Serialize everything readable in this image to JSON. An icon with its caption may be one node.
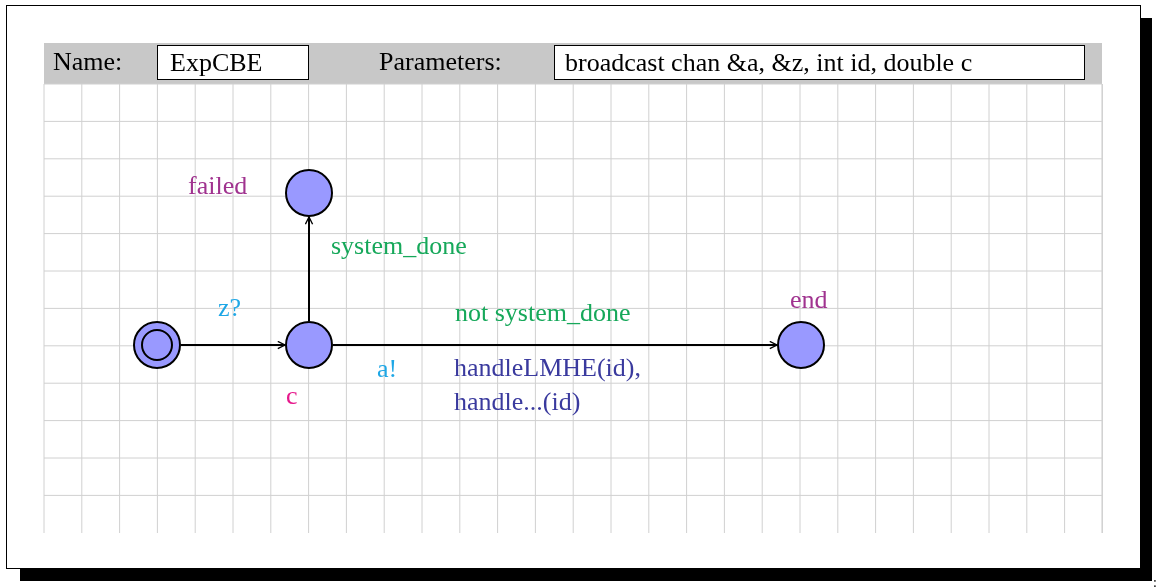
{
  "diagram": {
    "nodes": [
      {
        "text": [],
        "shape": "circle"
      },
      {
        "text": [],
        "shape": "circle",
        "beside": [
          "c"
        ]
      },
      {
        "text": [],
        "shape": "circle",
        "beside": [
          "failed"
        ]
      },
      {
        "text": [],
        "shape": "circle",
        "beside": [
          "end"
        ]
      }
    ],
    "edges": [
      {
        "from": 0,
        "to": 1,
        "arrow": "to",
        "label": "z?"
      },
      {
        "from": 1,
        "to": 2,
        "arrow": "to",
        "label": "system_done"
      },
      {
        "from": 1,
        "to": 3,
        "arrow": "to",
        "label": "not system_done"
      }
    ],
    "labels": [
      "Name:",
      "ExpCBE",
      "Parameters:",
      "broadcast chan &a, &z, int id, double c",
      "a!",
      "handleLMHE(id), handle...(id)",
      ":"
    ]
  }
}
